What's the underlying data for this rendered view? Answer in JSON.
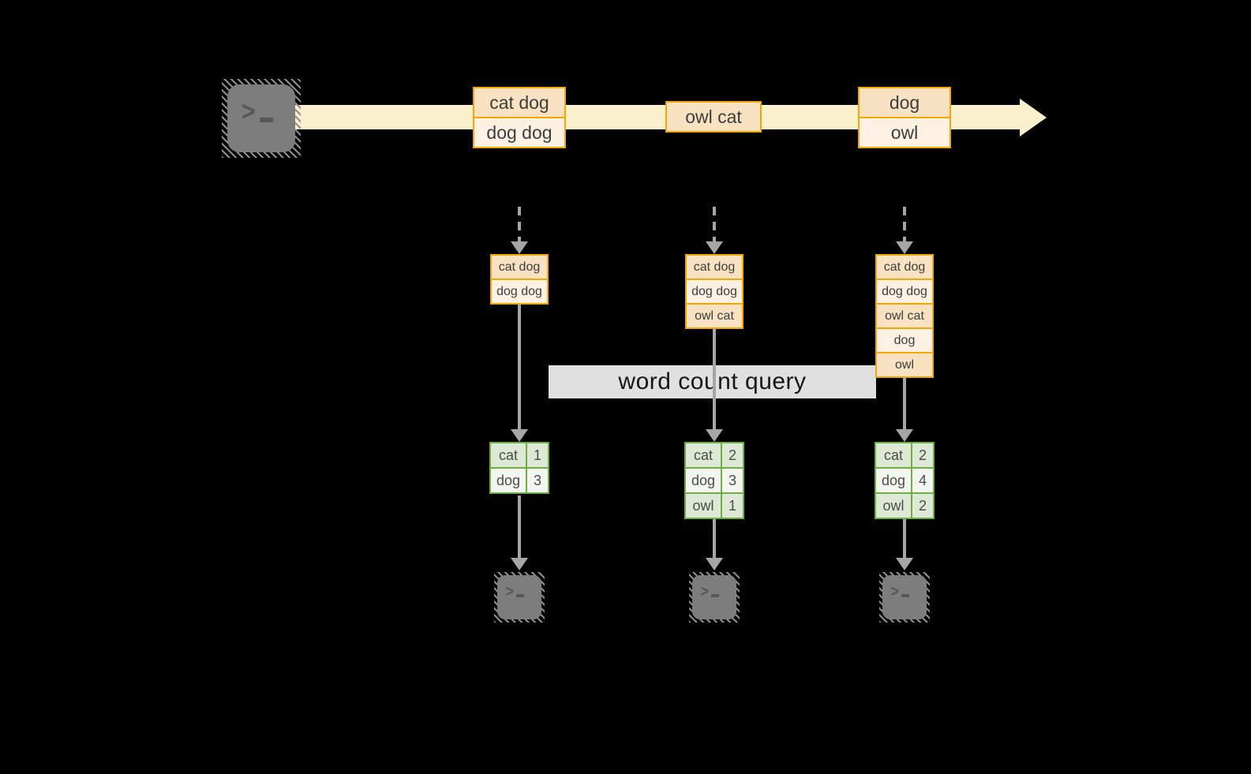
{
  "banner": {
    "label": "word count query"
  },
  "icons": {
    "prompt": ">"
  },
  "stream": {
    "source_icon": "terminal",
    "events": [
      {
        "rows": [
          "cat dog",
          "dog dog"
        ]
      },
      {
        "rows": [
          "owl cat"
        ]
      },
      {
        "rows": [
          "dog",
          "owl"
        ]
      }
    ]
  },
  "columns": [
    {
      "buffer": [
        "cat dog",
        "dog dog"
      ],
      "counts": [
        {
          "word": "cat",
          "count": "1"
        },
        {
          "word": "dog",
          "count": "3"
        }
      ],
      "sink_icon": "terminal"
    },
    {
      "buffer": [
        "cat dog",
        "dog dog",
        "owl cat"
      ],
      "counts": [
        {
          "word": "cat",
          "count": "2"
        },
        {
          "word": "dog",
          "count": "3"
        },
        {
          "word": "owl",
          "count": "1"
        }
      ],
      "sink_icon": "terminal"
    },
    {
      "buffer": [
        "cat dog",
        "dog dog",
        "owl cat",
        "dog",
        "owl"
      ],
      "counts": [
        {
          "word": "cat",
          "count": "2"
        },
        {
          "word": "dog",
          "count": "4"
        },
        {
          "word": "owl",
          "count": "2"
        }
      ],
      "sink_icon": "terminal"
    }
  ],
  "colors": {
    "background": "#000000",
    "stream_band": "#FAF0CD",
    "event_border": "#F2A800",
    "event_row_a": "#F9E2C2",
    "event_row_b": "#FDF1E3",
    "table_border": "#6FAE46",
    "table_row_a": "#DEE9D5",
    "table_row_b": "#F2F6EE",
    "arrow_gray": "#A6A6A6",
    "banner_bg": "#FFFFFF",
    "terminal_gray": "#7D7D7D"
  }
}
